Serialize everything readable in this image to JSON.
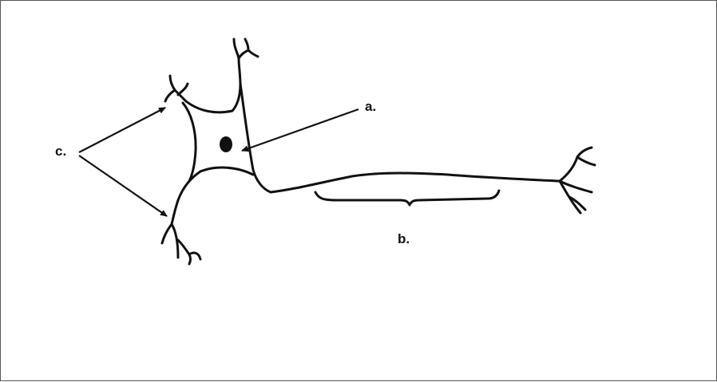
{
  "diagram": {
    "labels": {
      "a": "a.",
      "b": "b.",
      "c": "c."
    },
    "colors": {
      "ink": "#111111",
      "background": "#ffffff",
      "frame": "#555555"
    }
  }
}
